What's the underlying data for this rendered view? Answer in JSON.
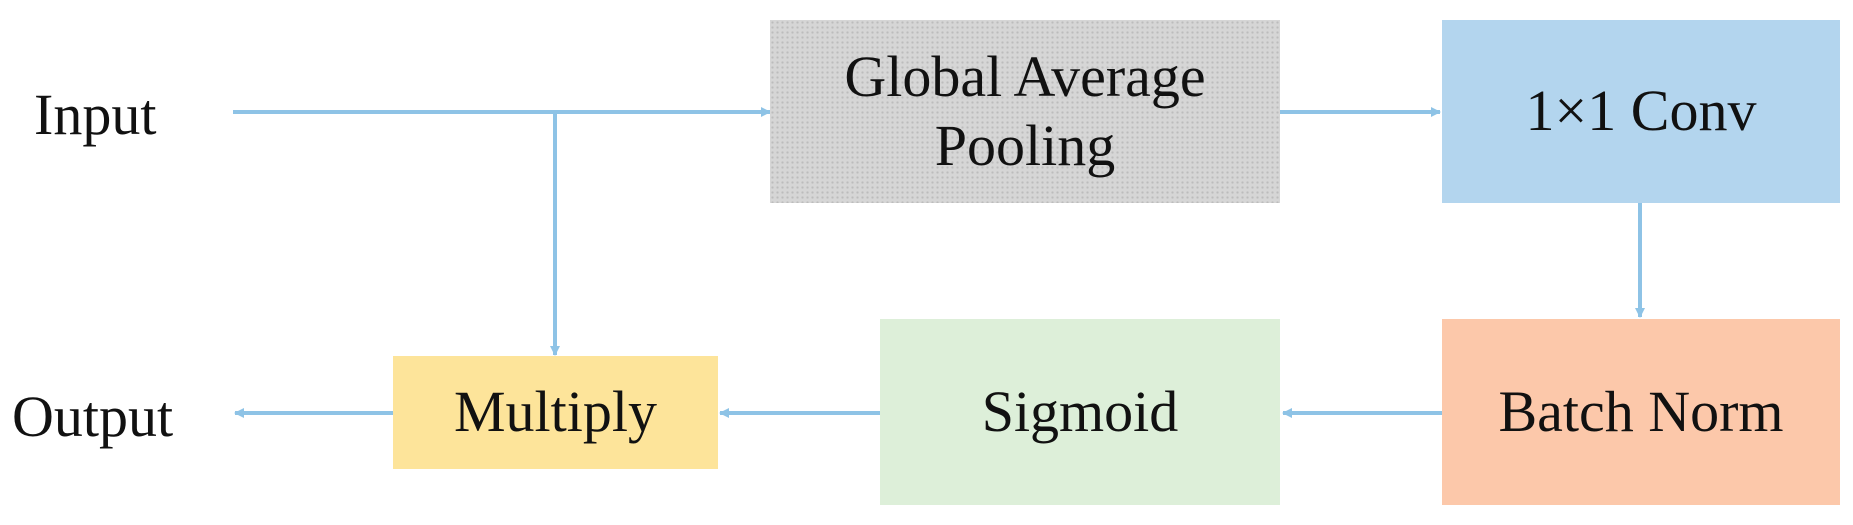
{
  "diagram": {
    "input_label": "Input",
    "output_label": "Output",
    "nodes": {
      "gap": {
        "line1": "Global Average",
        "line2": "Pooling",
        "color": "#d6d6d6"
      },
      "conv": {
        "label": "1×1 Conv",
        "color": "#b3d5ee"
      },
      "bn": {
        "label": "Batch Norm",
        "color": "#fcc8aa"
      },
      "sigmoid": {
        "label": "Sigmoid",
        "color": "#ddefd9"
      },
      "multiply": {
        "label": "Multiply",
        "color": "#fde49a"
      }
    },
    "arrow_color": "#8ec3e6"
  }
}
